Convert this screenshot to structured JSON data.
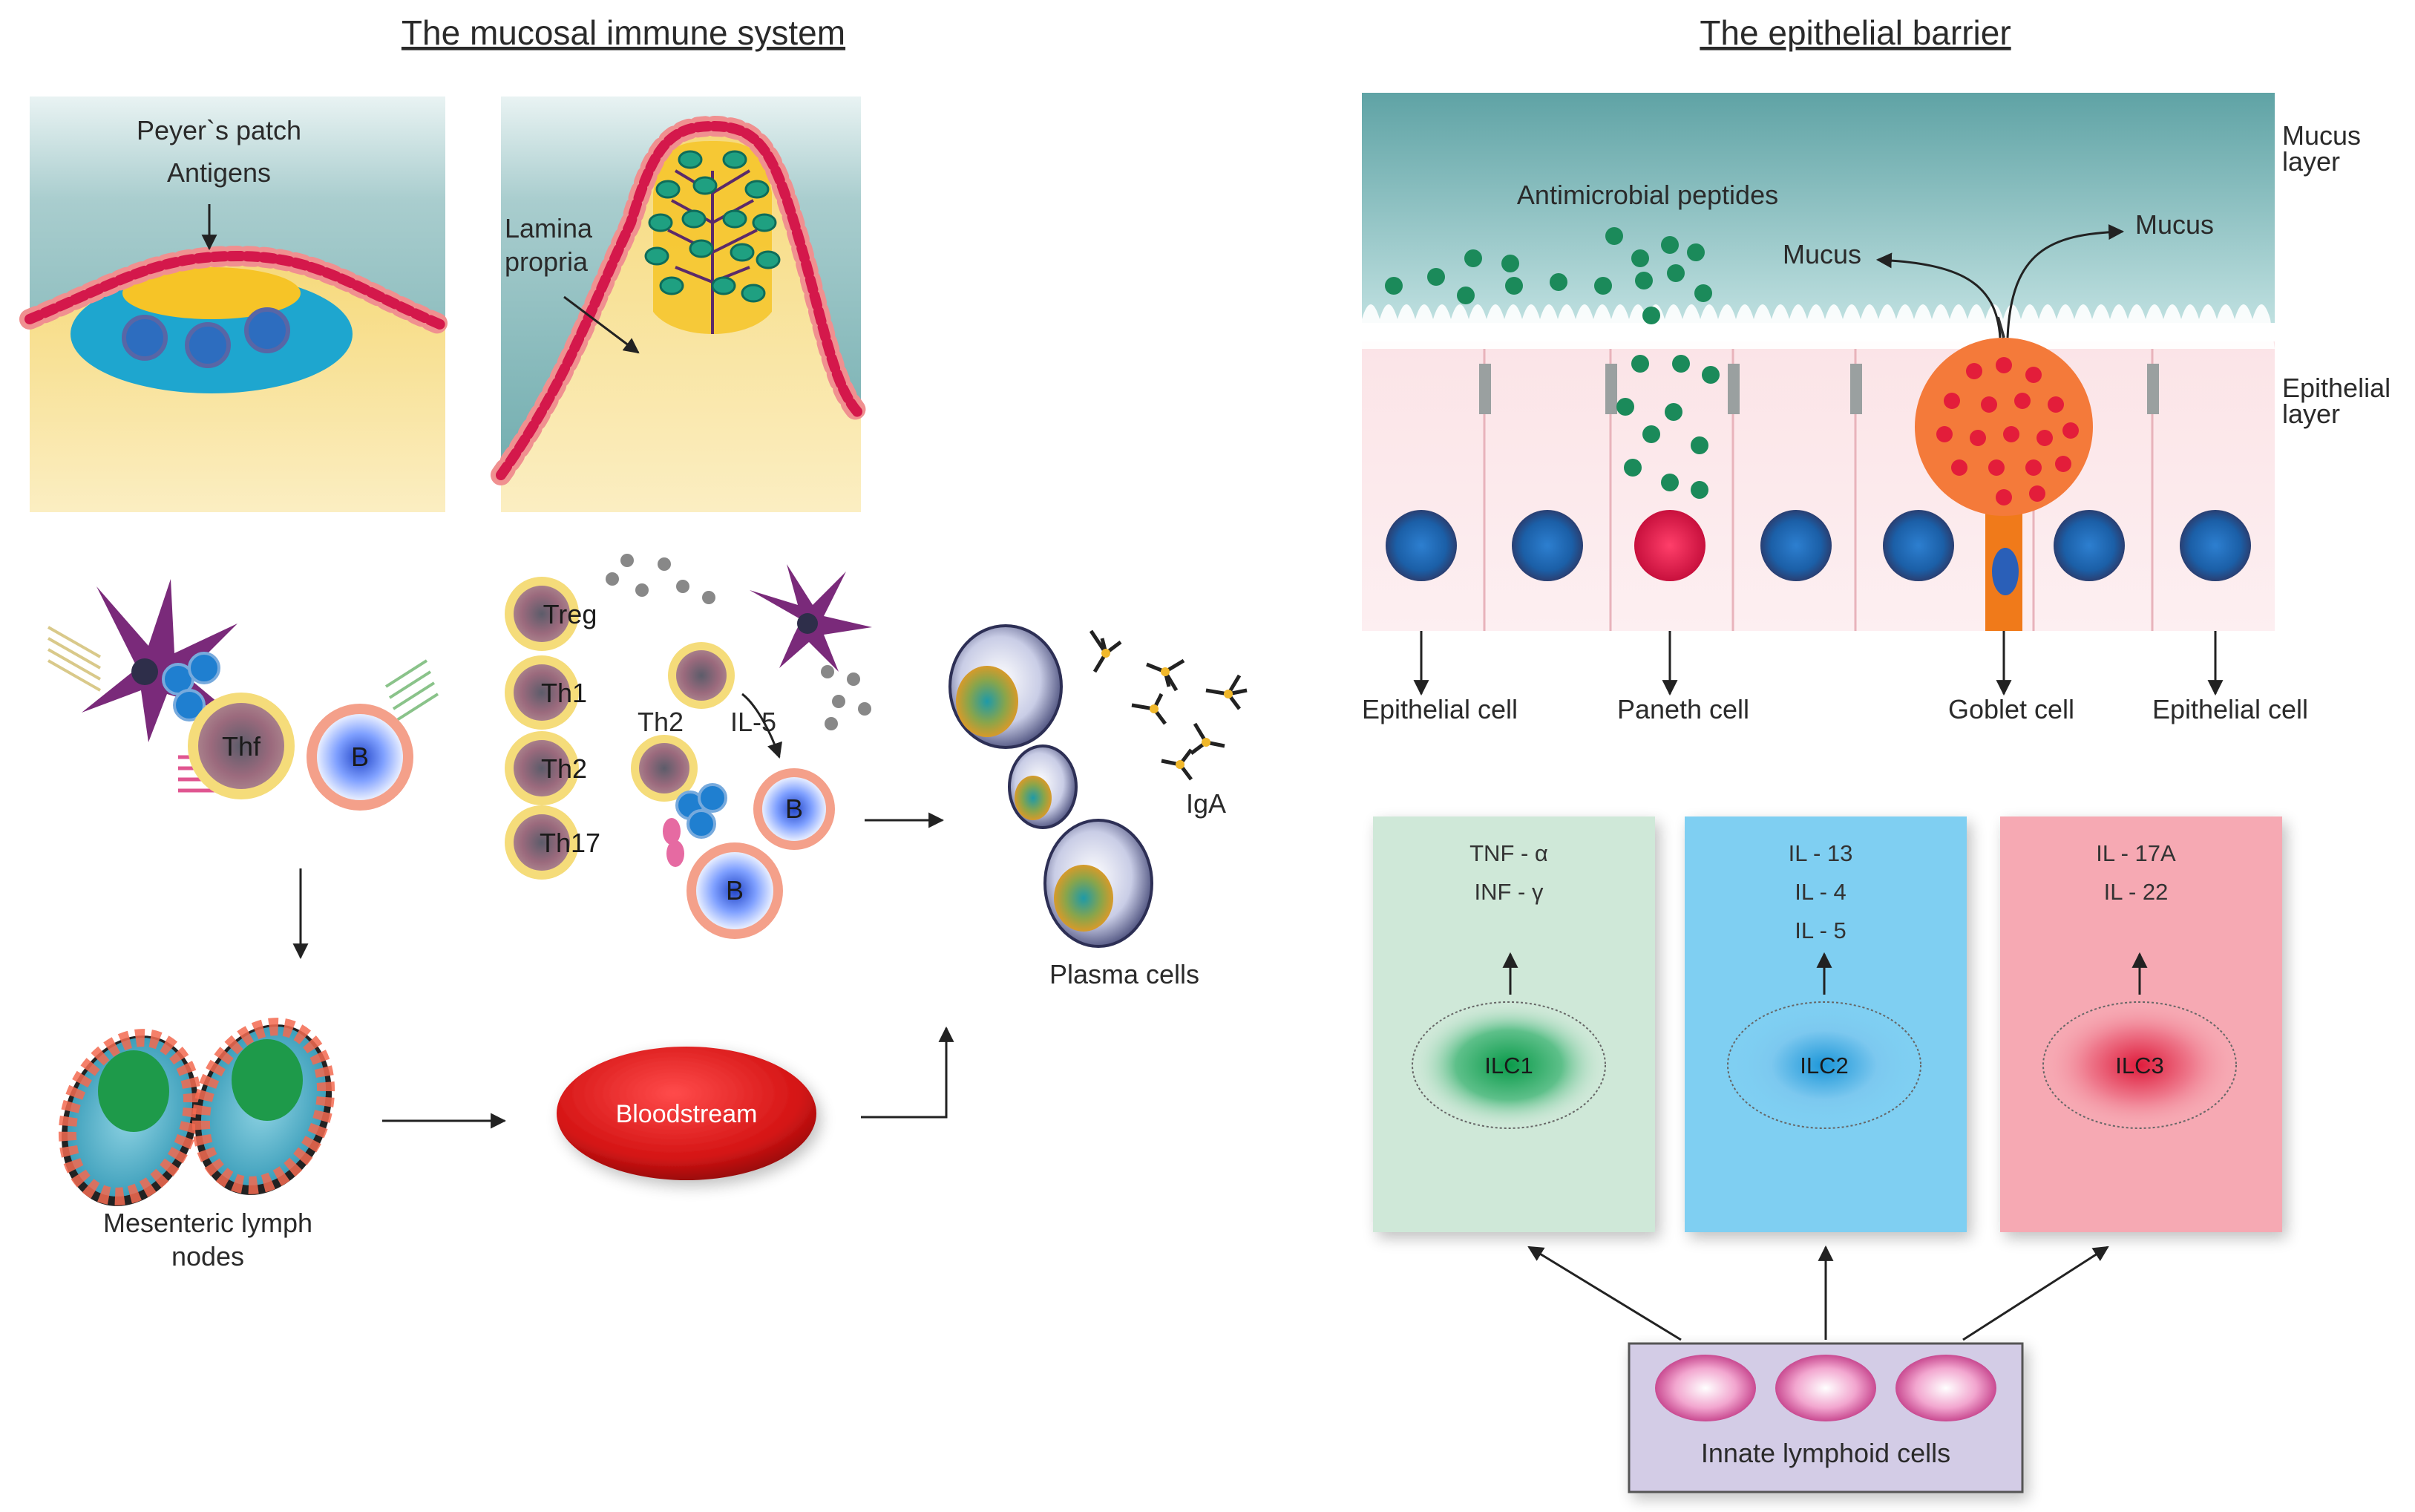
{
  "titles": {
    "left": "The mucosal immune system",
    "right": "The epithelial barrier"
  },
  "mucosal": {
    "peyers_patch": "Peyer`s patch",
    "antigens": "Antigens",
    "lamina_propria_1": "Lamina",
    "lamina_propria_2": "propria",
    "thf": "Thf",
    "b": "B",
    "treg": "Treg",
    "th1": "Th1",
    "th2": "Th2",
    "th17": "Th17",
    "th2_label": "Th2",
    "il5": "IL-5",
    "iga": "IgA",
    "plasma_cells": "Plasma cells",
    "mesenteric_1": "Mesenteric lymph",
    "mesenteric_2": "nodes",
    "bloodstream": "Bloodstream"
  },
  "epithelial": {
    "mucus_layer_1": "Mucus",
    "mucus_layer_2": "layer",
    "epithelial_layer_1": "Epithelial",
    "epithelial_layer_2": "layer",
    "antimicrobial": "Antimicrobial peptides",
    "mucus_left": "Mucus",
    "mucus_right": "Mucus",
    "cells": [
      "Epithelial cell",
      "Paneth cell",
      "Goblet cell",
      "Epithelial cell"
    ]
  },
  "ilc": {
    "groups": [
      {
        "name": "ILC1",
        "cytokines": [
          "TNF - α",
          "INF - γ"
        ],
        "bg": "#cfe8d8",
        "core": "#0a9a4a"
      },
      {
        "name": "ILC2",
        "cytokines": [
          "IL - 13",
          "IL - 4",
          "IL - 5"
        ],
        "bg": "#7fcff2",
        "core": "#27a3e0"
      },
      {
        "name": "ILC3",
        "cytokines": [
          "IL - 17A",
          "IL - 22"
        ],
        "bg": "#f6a9b3",
        "core": "#e0203e"
      }
    ],
    "source_label": "Innate lymphoid cells"
  }
}
